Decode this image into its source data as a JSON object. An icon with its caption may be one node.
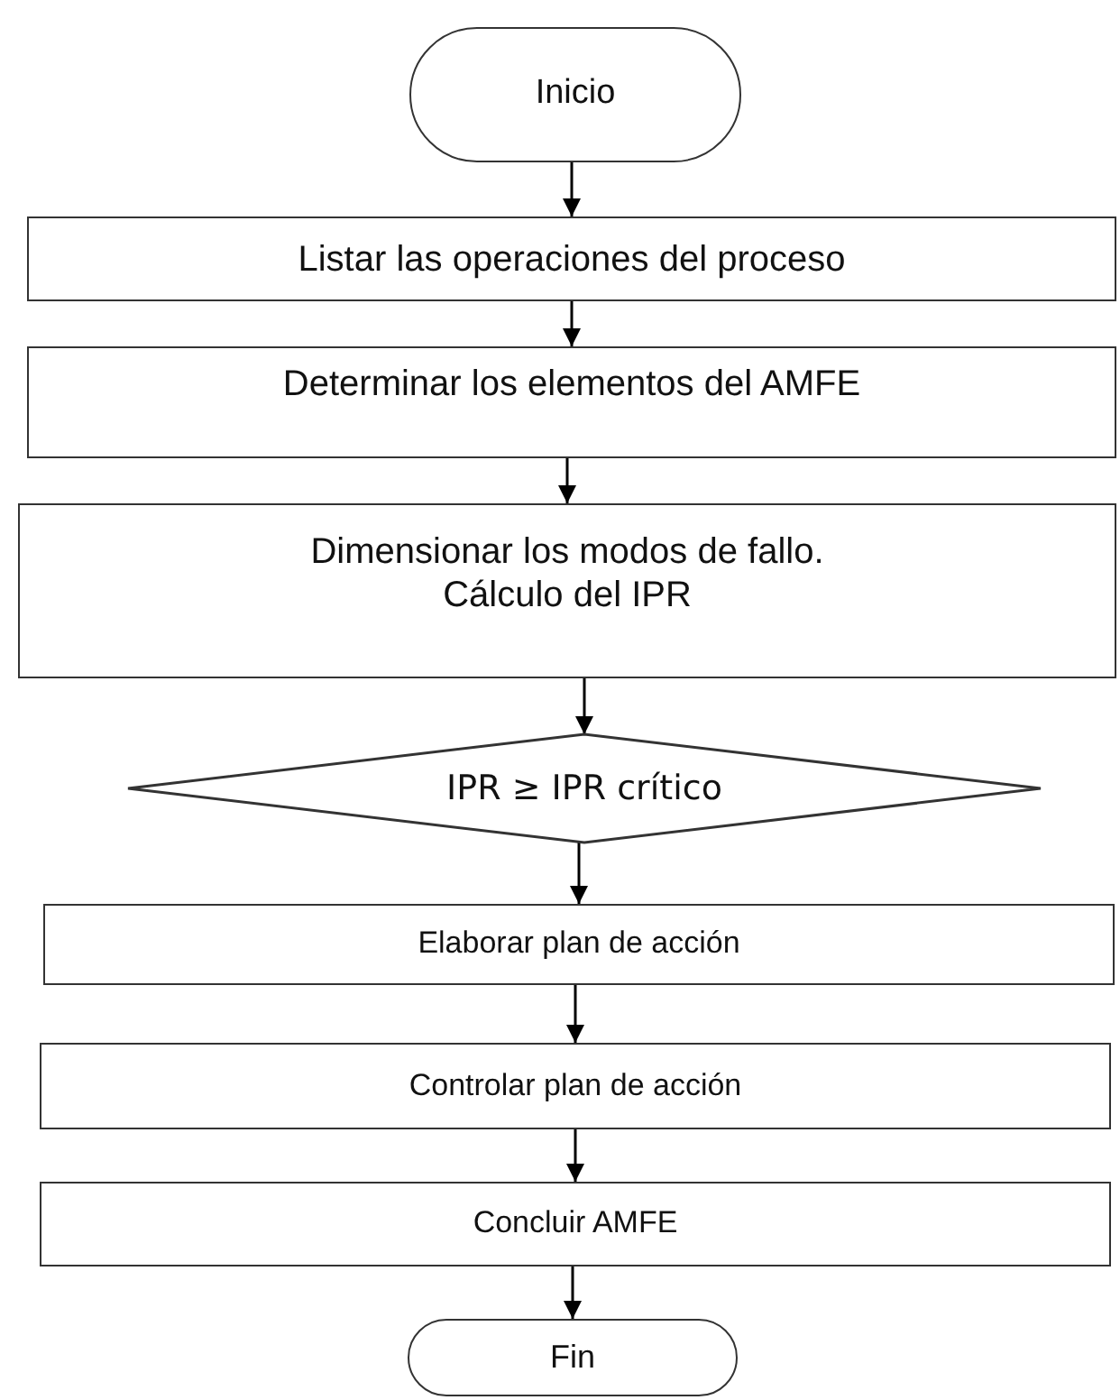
{
  "diagram": {
    "nodes": [
      {
        "text": [
          "Inicio"
        ]
      },
      {
        "text": [
          "Listar las operaciones del proceso"
        ]
      },
      {
        "text": [
          "Determinar los elementos del AMFE"
        ]
      },
      {
        "text": [
          "Dimensionar los modos de fallo. Cálculo del IPR"
        ]
      },
      {
        "text": [
          "IPR ≥ IPR crítico"
        ]
      },
      {
        "text": [
          "Elaborar plan de acción"
        ]
      },
      {
        "text": [
          "Controlar plan de acción"
        ]
      },
      {
        "text": [
          "Concluir AMFE"
        ]
      },
      {
        "text": [
          "Fin"
        ]
      }
    ],
    "edges": [
      {
        "from": 0,
        "to": 1,
        "arrow": "to"
      },
      {
        "from": 1,
        "to": 2,
        "arrow": "to"
      },
      {
        "from": 2,
        "to": 3,
        "arrow": "to"
      },
      {
        "from": 3,
        "to": 4,
        "arrow": "to"
      },
      {
        "from": 4,
        "to": 5,
        "arrow": "to"
      },
      {
        "from": 5,
        "to": 6,
        "arrow": "to"
      },
      {
        "from": 6,
        "to": 7,
        "arrow": "to"
      },
      {
        "from": 7,
        "to": 8,
        "arrow": "to"
      }
    ]
  }
}
